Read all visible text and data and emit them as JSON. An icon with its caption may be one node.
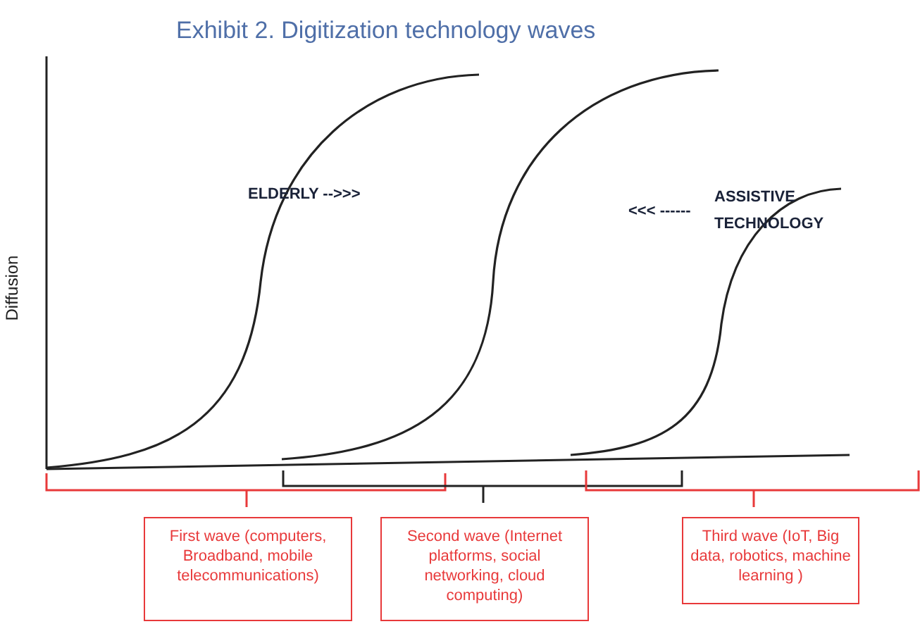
{
  "diagram": {
    "title": "Exhibit 2. Digitization technology waves",
    "nodes": [
      {
        "text": [
          "First wave (computers, Broadband, mobile telecommunications)"
        ]
      },
      {
        "text": [
          "Second wave (Internet platforms, social networking, cloud computing)"
        ]
      },
      {
        "text": [
          "Third wave (IoT, Big data, robotics, machine learning )"
        ]
      }
    ],
    "edges": [],
    "labels": [
      "Diffusion",
      "ELDERLY -->>>",
      "<<< ------",
      "ASSISTIVE TECHNOLOGY"
    ]
  }
}
